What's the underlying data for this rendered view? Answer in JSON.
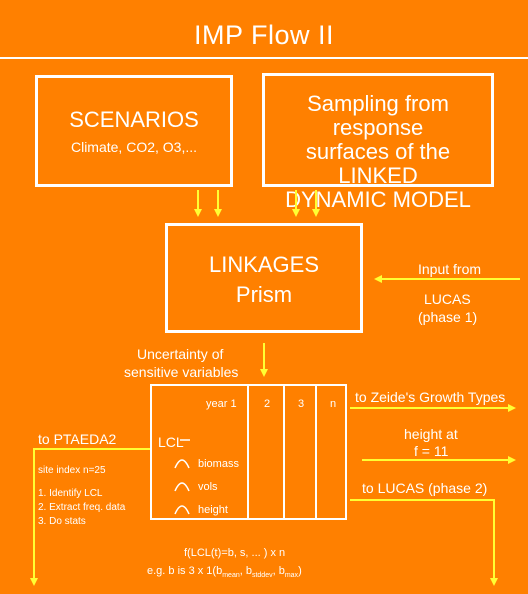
{
  "title": "IMP Flow II",
  "scenarios": {
    "title": "SCENARIOS",
    "subtitle": "Climate, CO2, O3,..."
  },
  "sampling": {
    "lines": [
      "Sampling from response",
      "surfaces of the LINKED",
      "DYNAMIC MODEL"
    ]
  },
  "linkages": {
    "lines": [
      "LINKAGES",
      "Prism"
    ]
  },
  "input_from": {
    "lines": [
      "Input from",
      "LUCAS",
      "(phase 1)"
    ]
  },
  "uncertainty": {
    "lines": [
      "Uncertainty of",
      "sensitive variables"
    ]
  },
  "table": {
    "columns": [
      "year 1",
      "2",
      "3",
      "n"
    ],
    "lcl_label": "LCL",
    "rows": [
      "biomass",
      "vols",
      "height"
    ]
  },
  "to_zeide": "to Zeide's Growth Types",
  "height_at": {
    "lines": [
      "height at",
      "f = 11"
    ]
  },
  "to_lucas2": "to LUCAS (phase 2)",
  "to_ptaedaz": "to PTAEDA2",
  "site_index": {
    "title": "site index n=25",
    "steps": [
      "1. Identify LCL",
      "2. Extract freq. data",
      "3. Do stats"
    ]
  },
  "formula": {
    "line1": "f(LCL(t)=b, s, ... ) x n",
    "line2_prefix": "e.g. b is 3 x 1(b",
    "sub_mean": "mean",
    "sub_stddev": "stddev",
    "sub_max": "max"
  }
}
